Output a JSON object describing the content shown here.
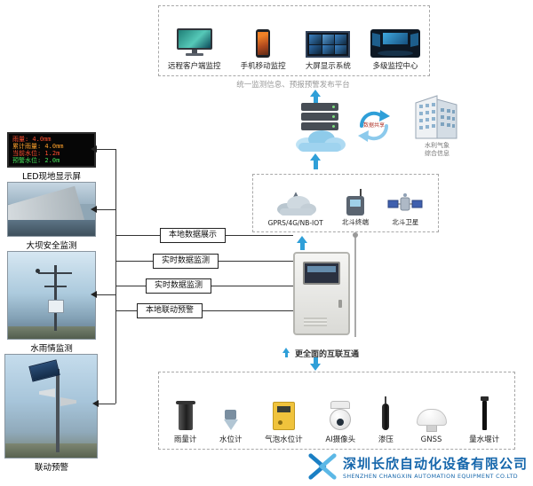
{
  "top_platform": {
    "items": [
      {
        "label": "远程客户端监控"
      },
      {
        "label": "手机移动监控"
      },
      {
        "label": "大屏显示系统"
      },
      {
        "label": "多级监控中心"
      }
    ],
    "caption": "统一监测信息、预报预警发布平台"
  },
  "data_center": {
    "cycle_label": "数据共享",
    "building_caption_1": "水利气象",
    "building_caption_2": "综合信息"
  },
  "comm_box": {
    "items": [
      {
        "label": "GPRS/4G/NB-IOT"
      },
      {
        "label": "北斗终端"
      },
      {
        "label": "北斗卫星"
      }
    ]
  },
  "left_column": {
    "led_caption": "LED现地显示屏",
    "dam_caption": "大坝安全监测",
    "rain_caption": "水雨情监测",
    "alert_caption": "联动预警"
  },
  "led_screen": {
    "lines": [
      "雨量: 4.0mm",
      "累计雨量: 4.0mm",
      "当前水位: 1.2m",
      "预警水位: 2.0m"
    ]
  },
  "flow_labels": [
    "本地数据展示",
    "实时数据监测",
    "实时数据监测",
    "本地联动预警"
  ],
  "rtu": {
    "caption": "更全面的互联互通"
  },
  "sensors": [
    {
      "label": "雨量计"
    },
    {
      "label": "水位计"
    },
    {
      "label": "气泡水位计"
    },
    {
      "label": "AI摄像头"
    },
    {
      "label": "渗压"
    },
    {
      "label": "GNSS"
    },
    {
      "label": "量水堰计"
    }
  ],
  "logo": {
    "company_cn": "深圳长欣自动化设备有限公司",
    "company_en": "SHENZHEN CHANGXIN AUTOMATION EQUIPMENT CO.LTD"
  },
  "colors": {
    "arrow_blue": "#2f9fd8",
    "logo_blue": "#1566ab",
    "led_red": "#ff5030"
  }
}
